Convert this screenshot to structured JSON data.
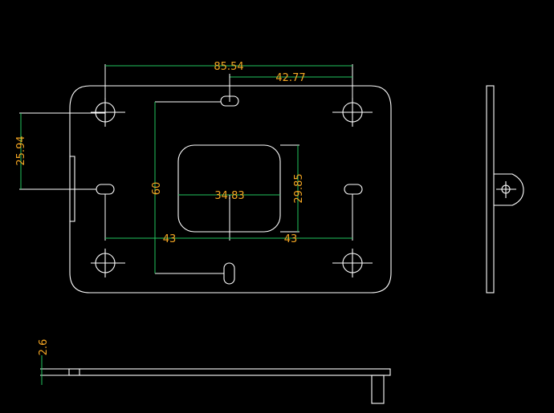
{
  "colors": {
    "background": "#000000",
    "outline": "#ffffff",
    "dimension_line": "#22c55e",
    "dimension_text": "#f5a623"
  },
  "dimensions": {
    "overall_width": "85.54",
    "half_width": "42.77",
    "bolt_offset": "25.94",
    "slot_span": "60",
    "port_width": "34.83",
    "port_height": "29.85",
    "left_half": "43",
    "right_half": "43",
    "thickness": "2.6"
  }
}
